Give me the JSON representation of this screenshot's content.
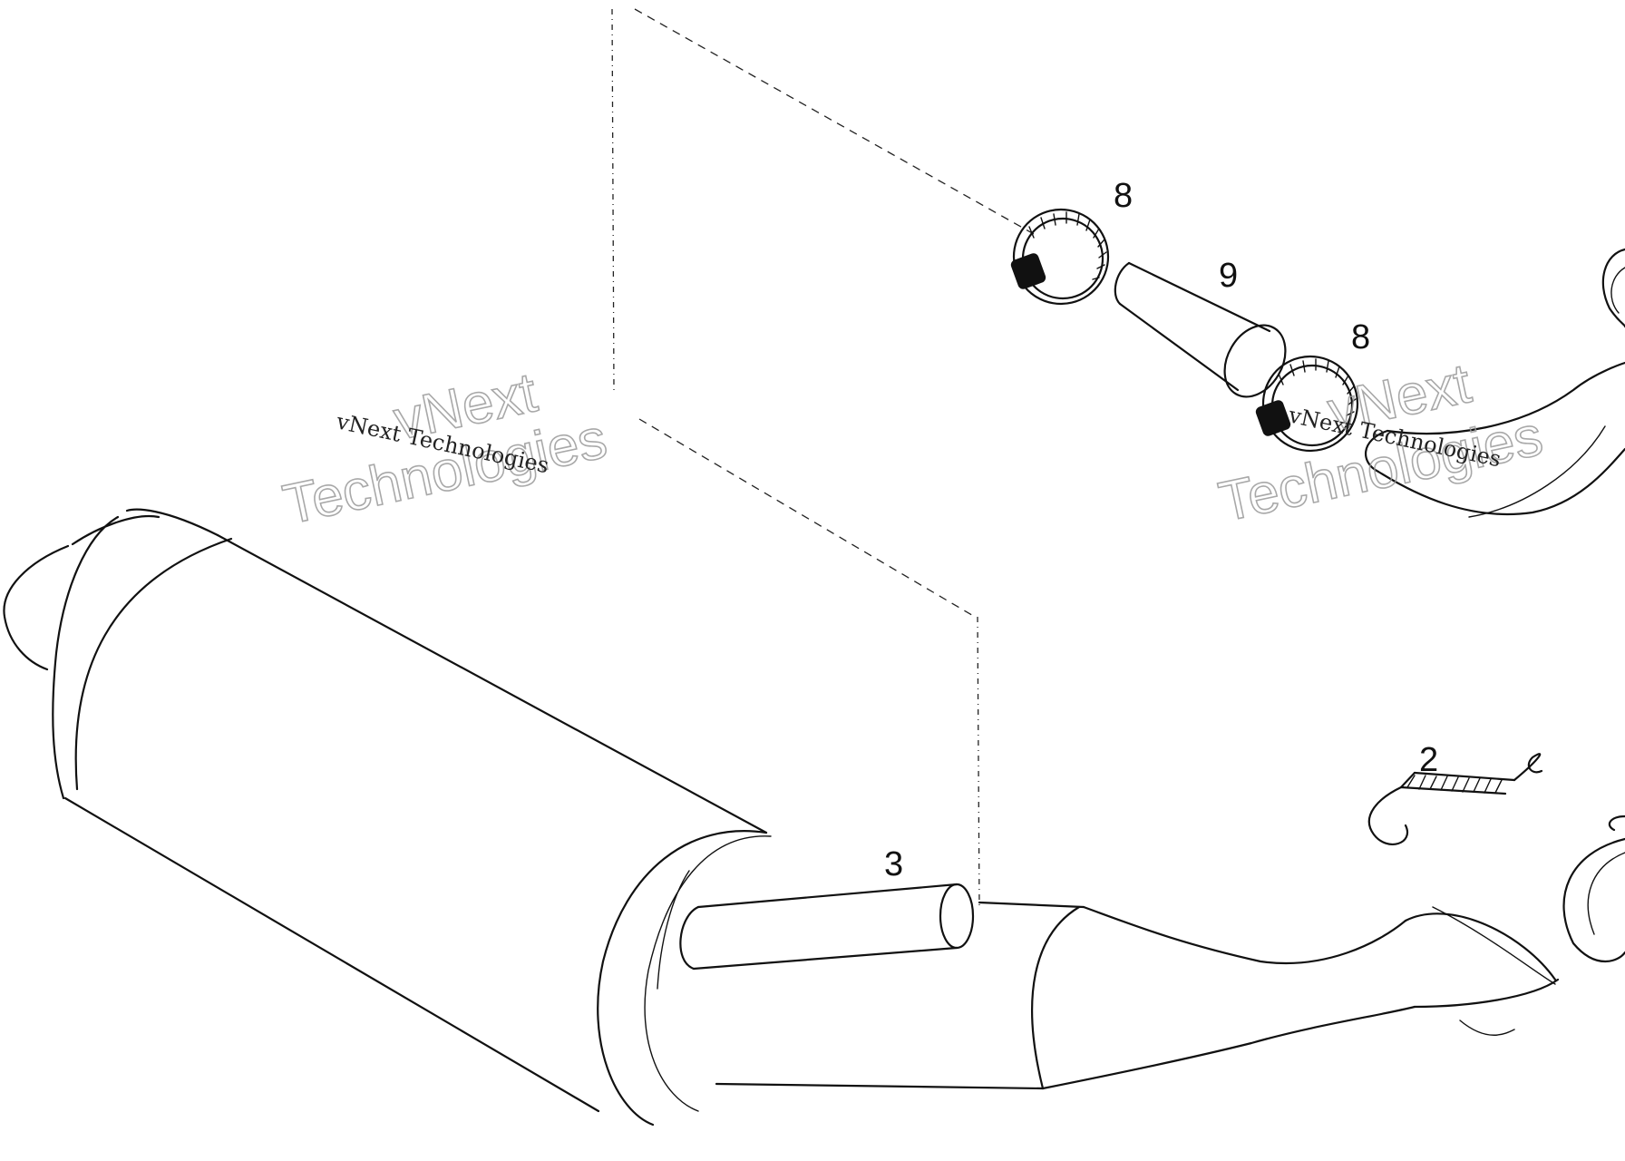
{
  "callouts": {
    "clamp_upper": "8",
    "sleeve": "9",
    "clamp_lower": "8",
    "spring": "2",
    "tailpipe": "3"
  },
  "watermarks": {
    "left_small": "vNext Technologies",
    "left_big_line1": "vNext",
    "left_big_line2": "Technologies",
    "right_small": "vNext Technologies",
    "right_big_line1": "vNext",
    "right_big_line2": "Technologies"
  }
}
